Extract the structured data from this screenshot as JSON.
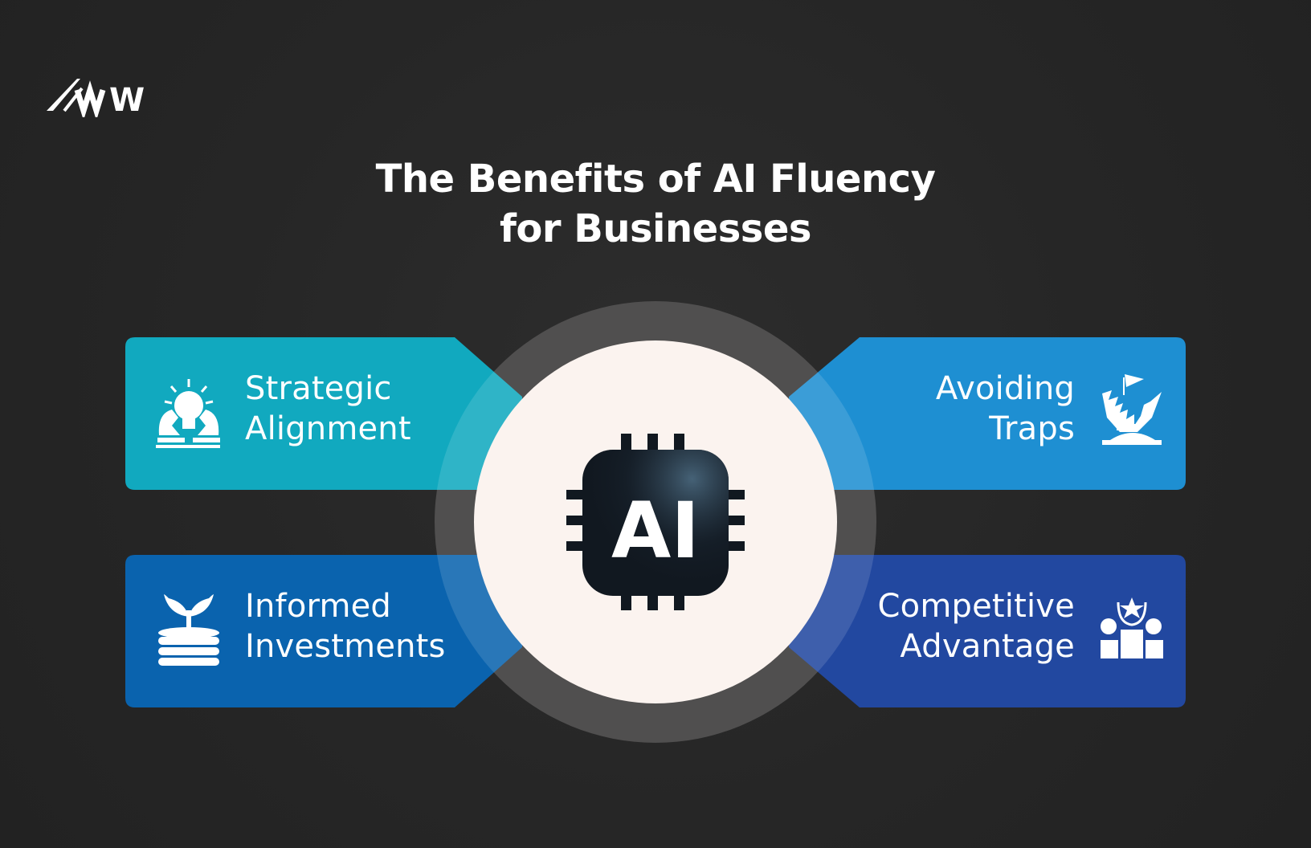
{
  "title": {
    "line1": "The Benefits of AI Fluency",
    "line2": "for Businesses"
  },
  "logo": {
    "icon": "ws-logo-icon",
    "text": "WS"
  },
  "center": {
    "text": "AI",
    "icon": "ai-chip-icon"
  },
  "benefits": [
    {
      "line1": "Strategic",
      "line2": "Alignment",
      "icon": "lightbulb-chess-icon",
      "color": "#11A9BF"
    },
    {
      "line1": "Avoiding",
      "line2": "Traps",
      "icon": "trap-flag-icon",
      "color": "#1E8FD2"
    },
    {
      "line1": "Informed",
      "line2": "Investments",
      "icon": "coins-sprout-icon",
      "color": "#0A63AE"
    },
    {
      "line1": "Competitive",
      "line2": "Advantage",
      "icon": "podium-star-icon",
      "color": "#2248A0"
    }
  ],
  "colors": {
    "background": "#272727",
    "circle_fill": "#FBF3EF",
    "chip": "#111820"
  }
}
